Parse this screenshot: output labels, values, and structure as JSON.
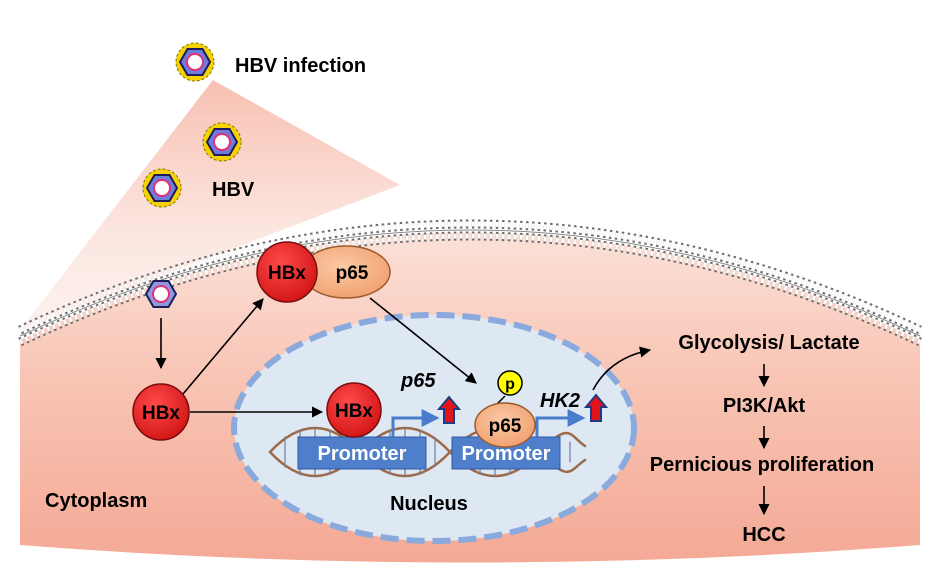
{
  "labels": {
    "hbv_infection": "HBV infection",
    "hbv": "HBV",
    "hbx_cytoplasm": "HBx",
    "hbx_complex": "HBx",
    "p65_complex": "p65",
    "hbx_nucleus": "HBx",
    "p65_gene": "p65",
    "hk2_gene": "HK2",
    "p_badge": "p",
    "p65_nucleus": "p65",
    "promoter_1": "Promoter",
    "promoter_2": "Promoter",
    "nucleus": "Nucleus",
    "cytoplasm": "Cytoplasm"
  },
  "pathway": [
    "Glycolysis/ Lactate",
    "PI3K/Akt",
    "Pernicious proliferation",
    "HCC"
  ],
  "colors": {
    "hbx_red": "#e31b1b",
    "p65_orange": "#f2a878",
    "cell_pink": "#f6b4a2",
    "nucleus_fill": "#dde8f2",
    "nucleus_border": "#8aa9dd",
    "promoter_blue": "#4f7fca",
    "up_arrow_red": "#e0141a",
    "p_badge_yellow": "#ffff00",
    "virion_yellow": "#f5d200"
  }
}
